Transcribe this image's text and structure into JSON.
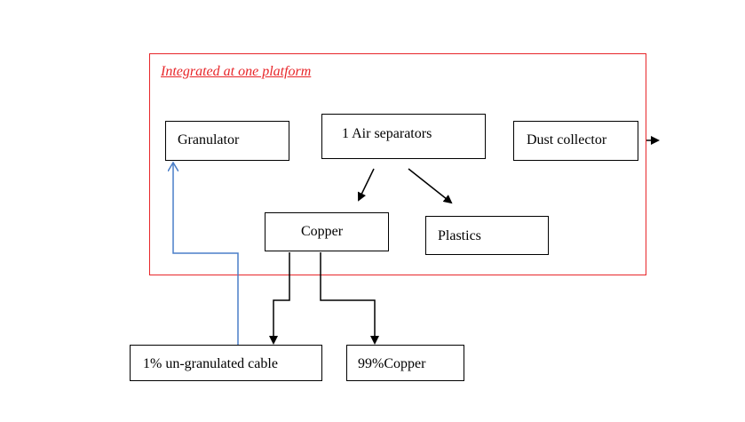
{
  "diagram": {
    "frame_title": "Integrated at one platform",
    "nodes": {
      "granulator": "Granulator",
      "air_separators": "1 Air separators",
      "dust_collector": "Dust collector",
      "copper": "Copper",
      "plastics": "Plastics",
      "ungranulated_cable": "1% un-granulated cable",
      "copper_99": "99%Copper"
    },
    "colors": {
      "frame": "#e8262a",
      "recycle_arrow": "#4a7ec8",
      "arrows": "#000000"
    }
  }
}
